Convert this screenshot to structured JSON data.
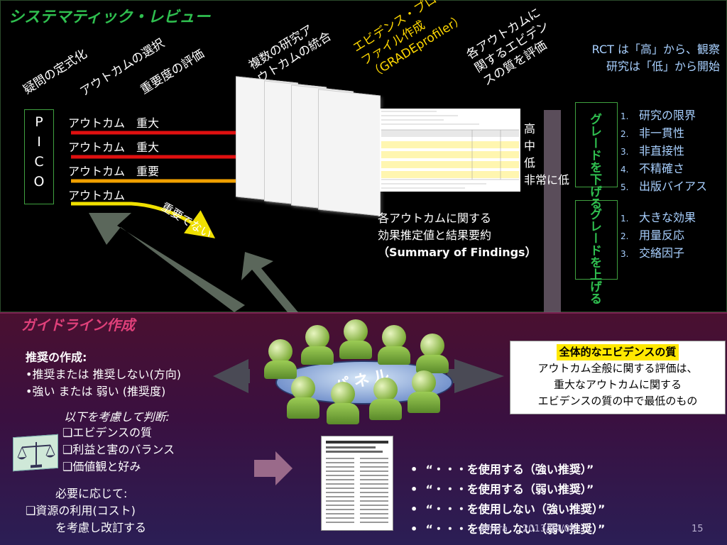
{
  "top": {
    "title": "システマティック・レビュー",
    "step_labels": [
      "疑問の定式化",
      "アウトカムの選択",
      "重要度の評価",
      "複数の研究ア\nウトカムの統合",
      "エビデンス・プロ\nファイル作成\n（GRADEprofiler）",
      "各アウトカムに\n関するエビデン\nスの質を評価"
    ],
    "pico": [
      "P",
      "I",
      "C",
      "O"
    ],
    "outcomes": [
      {
        "label": "アウトカム　重大",
        "color": "#e01010"
      },
      {
        "label": "アウトカム　重大",
        "color": "#e01010"
      },
      {
        "label": "アウトカム　重要",
        "color": "#f0a000"
      },
      {
        "label": "アウトカム",
        "color": "#f0e000"
      }
    ],
    "not_important": "重要でない",
    "quality_levels": [
      "高",
      "中",
      "低",
      "非常に低"
    ],
    "sof_caption": [
      "各アウトカムに関する",
      "効果推定値と結果要約",
      "（Summary of Findings）"
    ],
    "rct_note": [
      "RCT は「高」から、観察",
      "研究は「低」から開始"
    ],
    "grade_down": {
      "label": "グレードを下げる",
      "items": [
        "研究の限界",
        "非一貫性",
        "非直接性",
        "不精確さ",
        "出版バイアス"
      ]
    },
    "grade_up": {
      "label": "グレードを上げる",
      "items": [
        "大きな効果",
        "用量反応",
        "交絡因子"
      ]
    }
  },
  "bottom": {
    "title": "ガイドライン作成",
    "recommend_title": "推奨の作成:",
    "recommend_lines": [
      "•推奨または 推奨しない(方向)",
      "•強い または 弱い (推奨度)"
    ],
    "consider_title": "以下を考慮して判断:",
    "consider_items": [
      "❑エビデンスの質",
      "❑利益と害のバランス",
      "❑価値観と好み"
    ],
    "extra": [
      "必要に応じて:",
      "❑資源の利用(コスト)",
      "を考慮し改訂する"
    ],
    "panel_label": "パネル",
    "overall_title": "全体的なエビデンスの質",
    "overall_lines": [
      "アウトカム全般に関する評価は、",
      "重大なアウトカムに関する",
      "エビデンスの質の中で最低のもの"
    ],
    "statements": [
      "“・・・を使用する（強い推奨）”",
      "“・・・を使用する（弱い推奨）”",
      "“・・・を使用しない（強い推奨）”",
      "“・・・を使用しない（弱い推奨）”"
    ],
    "footer_author": "aihara",
    "footer_date": "2013/04/06",
    "page_number": "15"
  },
  "colors": {
    "green": "#2fbf4f",
    "pink": "#e0407a",
    "yellow": "#ffd800",
    "blue_text": "#a8d0ff"
  }
}
